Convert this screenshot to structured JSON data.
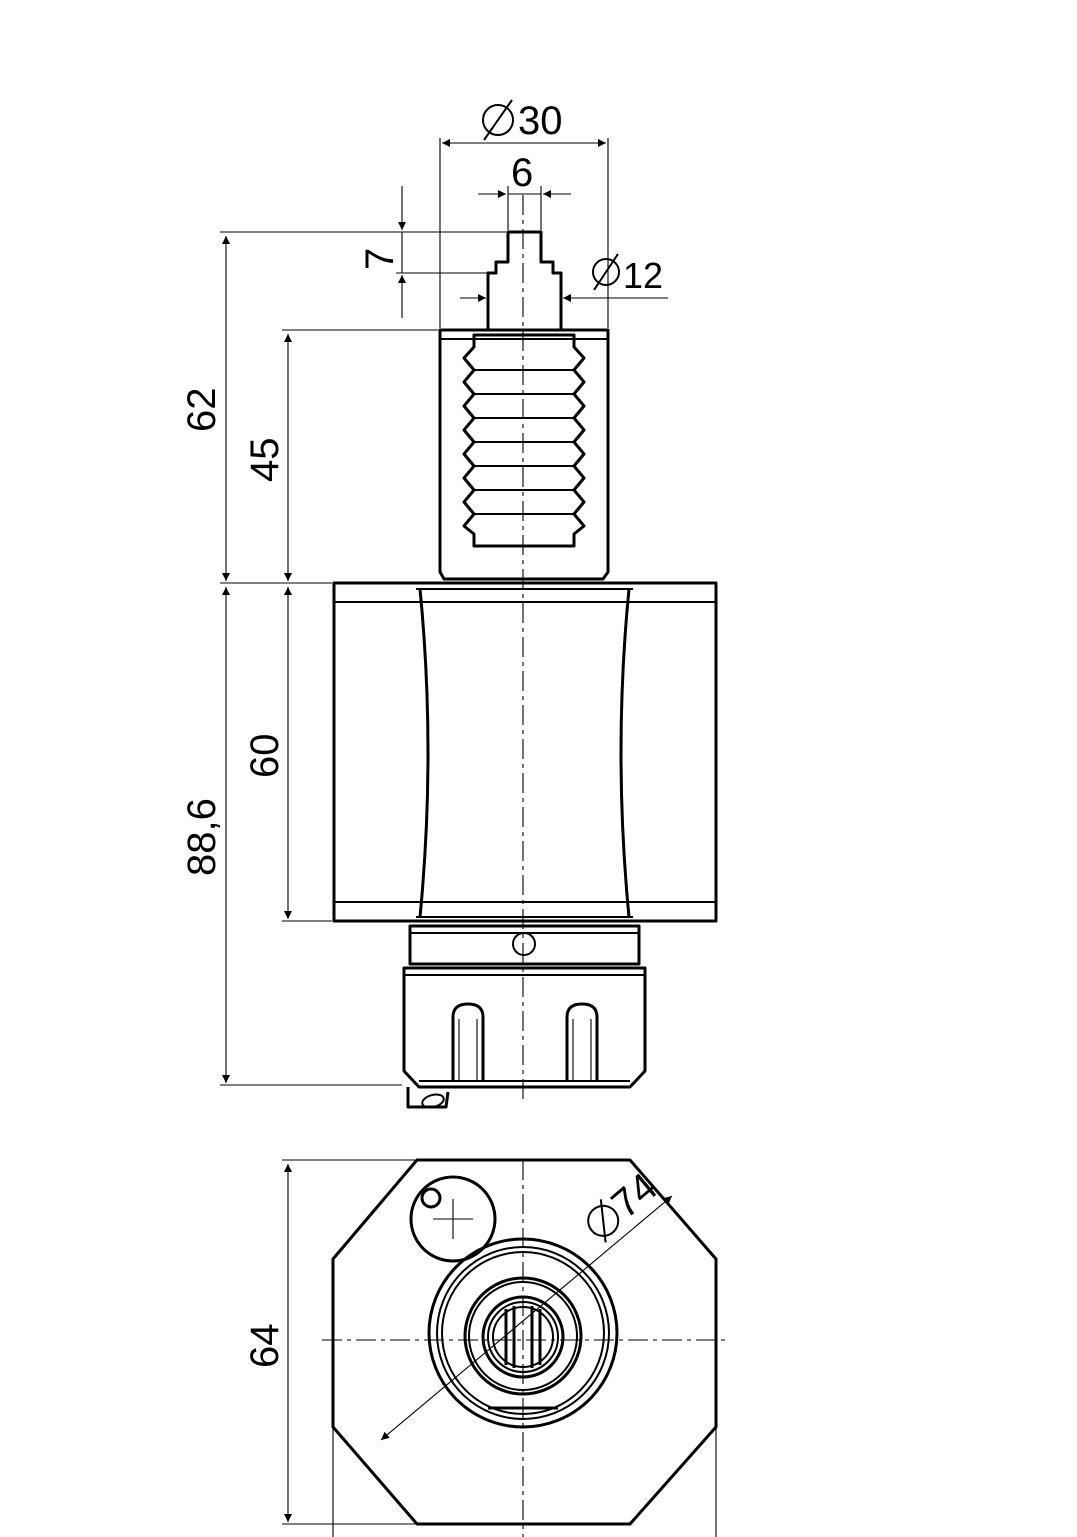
{
  "dimensions": {
    "dia_30": "30",
    "width_6": "6",
    "height_7": "7",
    "dia_12": "12",
    "height_62": "62",
    "height_45": "45",
    "height_60": "60",
    "height_88_6": "88,6",
    "height_64": "64",
    "dia_74": "74"
  },
  "colors": {
    "line": "#000000",
    "background": "#ffffff"
  }
}
